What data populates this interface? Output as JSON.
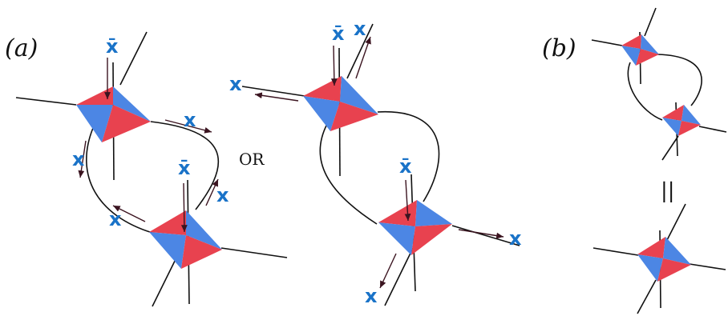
{
  "labels": {
    "panel_a": "(a)",
    "panel_b": "(b)",
    "or": "OR",
    "equals": "||",
    "x": "x",
    "xbar": "x̄"
  },
  "colors": {
    "red": "#e8424f",
    "blue": "#4c86e4",
    "edge": "#111111",
    "arrow": "#3b1420",
    "label": "#1a73c8"
  }
}
